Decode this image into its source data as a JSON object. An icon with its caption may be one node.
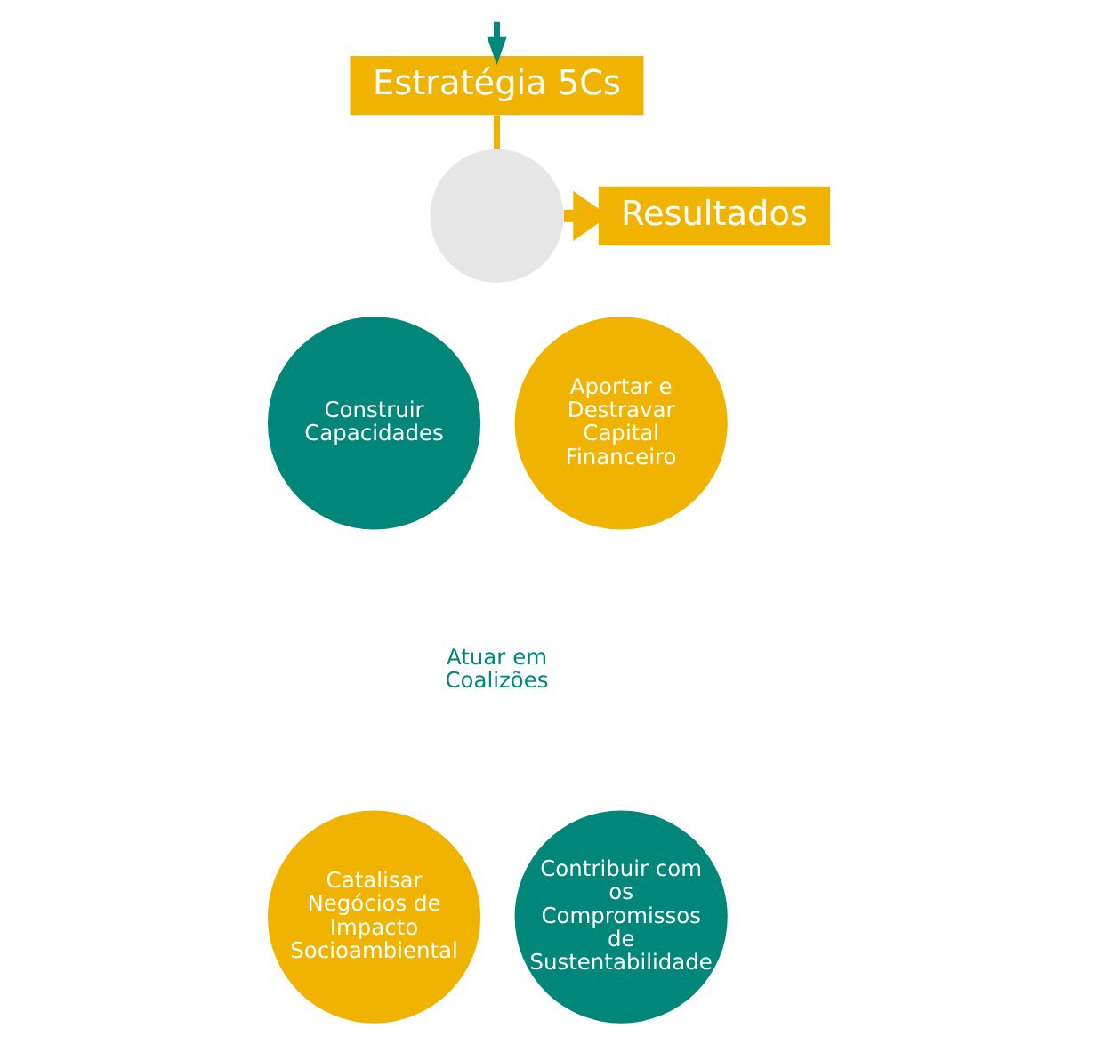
{
  "diagram": {
    "nodes": [
      {
        "text": [
          "Estratégia 5Cs"
        ]
      },
      {
        "text": [],
        "shape": "circle"
      },
      {
        "text": [
          "Construir Capacidades"
        ]
      },
      {
        "text": [
          "Aportar e Destravar Capital Financeiro"
        ]
      },
      {
        "text": [
          "Atuar em Coalizões"
        ]
      },
      {
        "text": [
          "Catalisar Negócios de Impacto Socioambiental"
        ]
      },
      {
        "text": [
          "Contribuir com os Compromissos de Sustentabilidade"
        ]
      },
      {
        "text": [
          "Resultados"
        ]
      }
    ],
    "edges": [
      {
        "from": null,
        "to": 0,
        "arrow": "to",
        "color": "#00877a"
      },
      {
        "from": 0,
        "to": 1,
        "arrow": "none"
      },
      {
        "from": 1,
        "to": 7,
        "arrow": "to",
        "style": "thick"
      }
    ]
  }
}
